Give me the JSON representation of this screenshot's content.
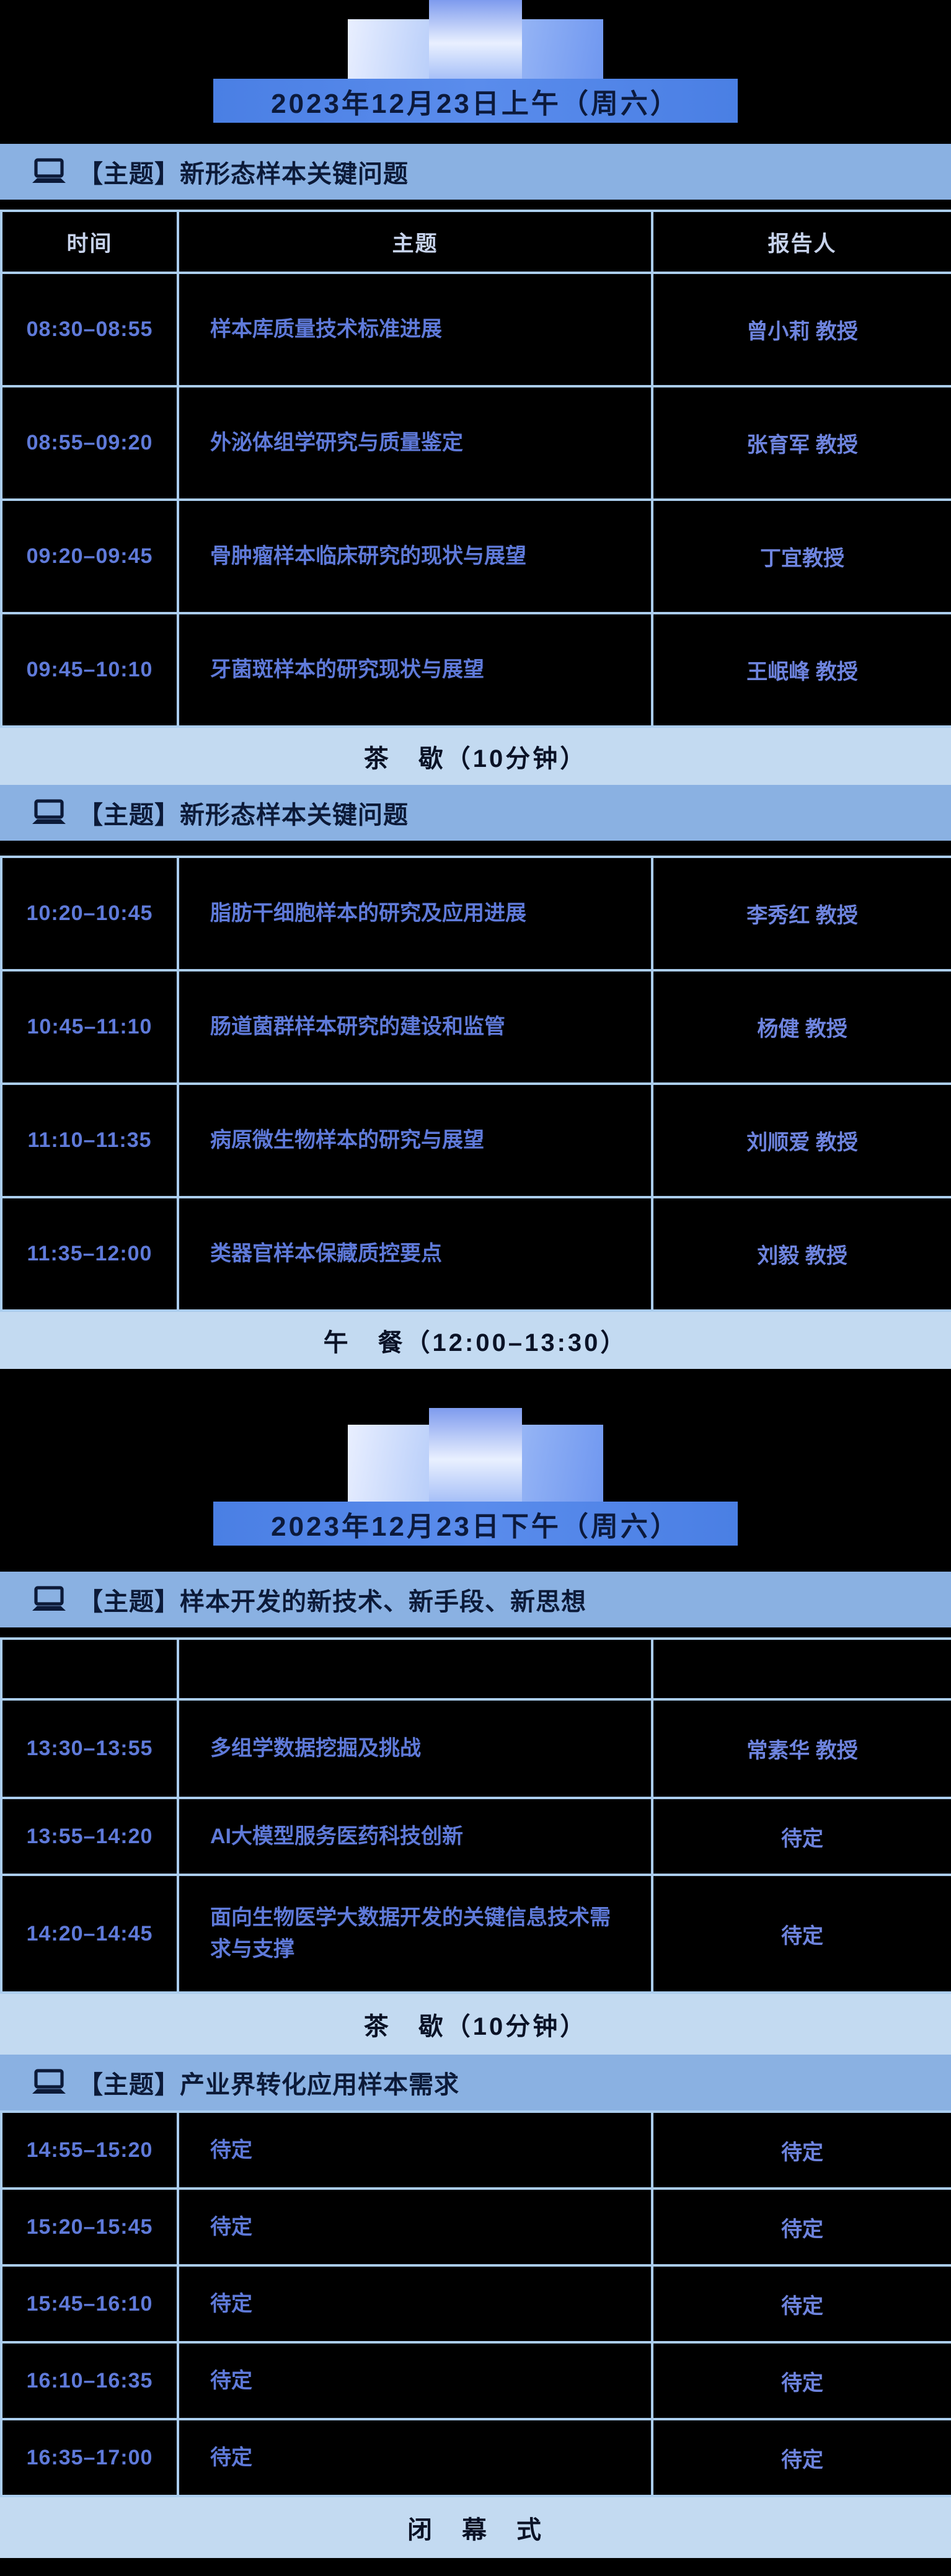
{
  "colors": {
    "background": "#000000",
    "banner_blue": "#4a7fe4",
    "section_header_blue": "#8ab1e2",
    "break_bar_blue": "#c3daf1",
    "table_border": "#abcdee",
    "cell_text_blue": "#5f7ad9",
    "speaker_text_blue": "#6e84de",
    "header_text": "#c7d3ec",
    "dark_text": "#0c1a38"
  },
  "morning": {
    "banner": "2023年12月23日上午（周六）",
    "section1": {
      "icon": "laptop-icon",
      "title": "【主题】新形态样本关键问题",
      "headers": {
        "time": "时间",
        "topic": "主题",
        "speaker": "报告人"
      },
      "rows": [
        {
          "time": "08:30–08:55",
          "topic": "样本库质量技术标准进展",
          "speaker": "曾小莉 教授"
        },
        {
          "time": "08:55–09:20",
          "topic": "外泌体组学研究与质量鉴定",
          "speaker": "张育军 教授"
        },
        {
          "time": "09:20–09:45",
          "topic": "骨肿瘤样本临床研究的现状与展望",
          "speaker": "丁宜教授"
        },
        {
          "time": "09:45–10:10",
          "topic": "牙菌斑样本的研究现状与展望",
          "speaker": "王岷峰 教授"
        }
      ]
    },
    "tea_break": "茶　歇（10分钟）",
    "section2": {
      "icon": "laptop-icon",
      "title": "【主题】新形态样本关键问题",
      "rows": [
        {
          "time": "10:20–10:45",
          "topic": "脂肪干细胞样本的研究及应用进展",
          "speaker": "李秀红 教授"
        },
        {
          "time": "10:45–11:10",
          "topic": "肠道菌群样本研究的建设和监管",
          "speaker": "杨健 教授"
        },
        {
          "time": "11:10–11:35",
          "topic": "病原微生物样本的研究与展望",
          "speaker": "刘顺爱 教授"
        },
        {
          "time": "11:35–12:00",
          "topic": "类器官样本保藏质控要点",
          "speaker": "刘毅 教授"
        }
      ]
    },
    "lunch": "午　餐（12:00–13:30）"
  },
  "afternoon": {
    "banner": "2023年12月23日下午（周六）",
    "section3": {
      "icon": "laptop-icon",
      "title": "【主题】样本开发的新技术、新手段、新思想",
      "headers": {
        "time": "",
        "topic": "",
        "speaker": ""
      },
      "rows": [
        {
          "time": "13:30–13:55",
          "topic": "多组学数据挖掘及挑战",
          "speaker": "常素华 教授"
        },
        {
          "time": "13:55–14:20",
          "topic": "AI大模型服务医药科技创新",
          "speaker": "待定"
        },
        {
          "time": "14:20–14:45",
          "topic": "面向生物医学大数据开发的关键信息技术需求与支撑",
          "speaker": "待定"
        }
      ]
    },
    "tea_break": "茶　歇（10分钟）",
    "section4": {
      "icon": "laptop-icon",
      "title": "【主题】产业界转化应用样本需求",
      "rows": [
        {
          "time": "14:55–15:20",
          "topic": "待定",
          "speaker": "待定"
        },
        {
          "time": "15:20–15:45",
          "topic": "待定",
          "speaker": "待定"
        },
        {
          "time": "15:45–16:10",
          "topic": "待定",
          "speaker": "待定"
        },
        {
          "time": "16:10–16:35",
          "topic": "待定",
          "speaker": "待定"
        },
        {
          "time": "16:35–17:00",
          "topic": "待定",
          "speaker": "待定"
        }
      ]
    },
    "closing": "闭　幕　式"
  }
}
